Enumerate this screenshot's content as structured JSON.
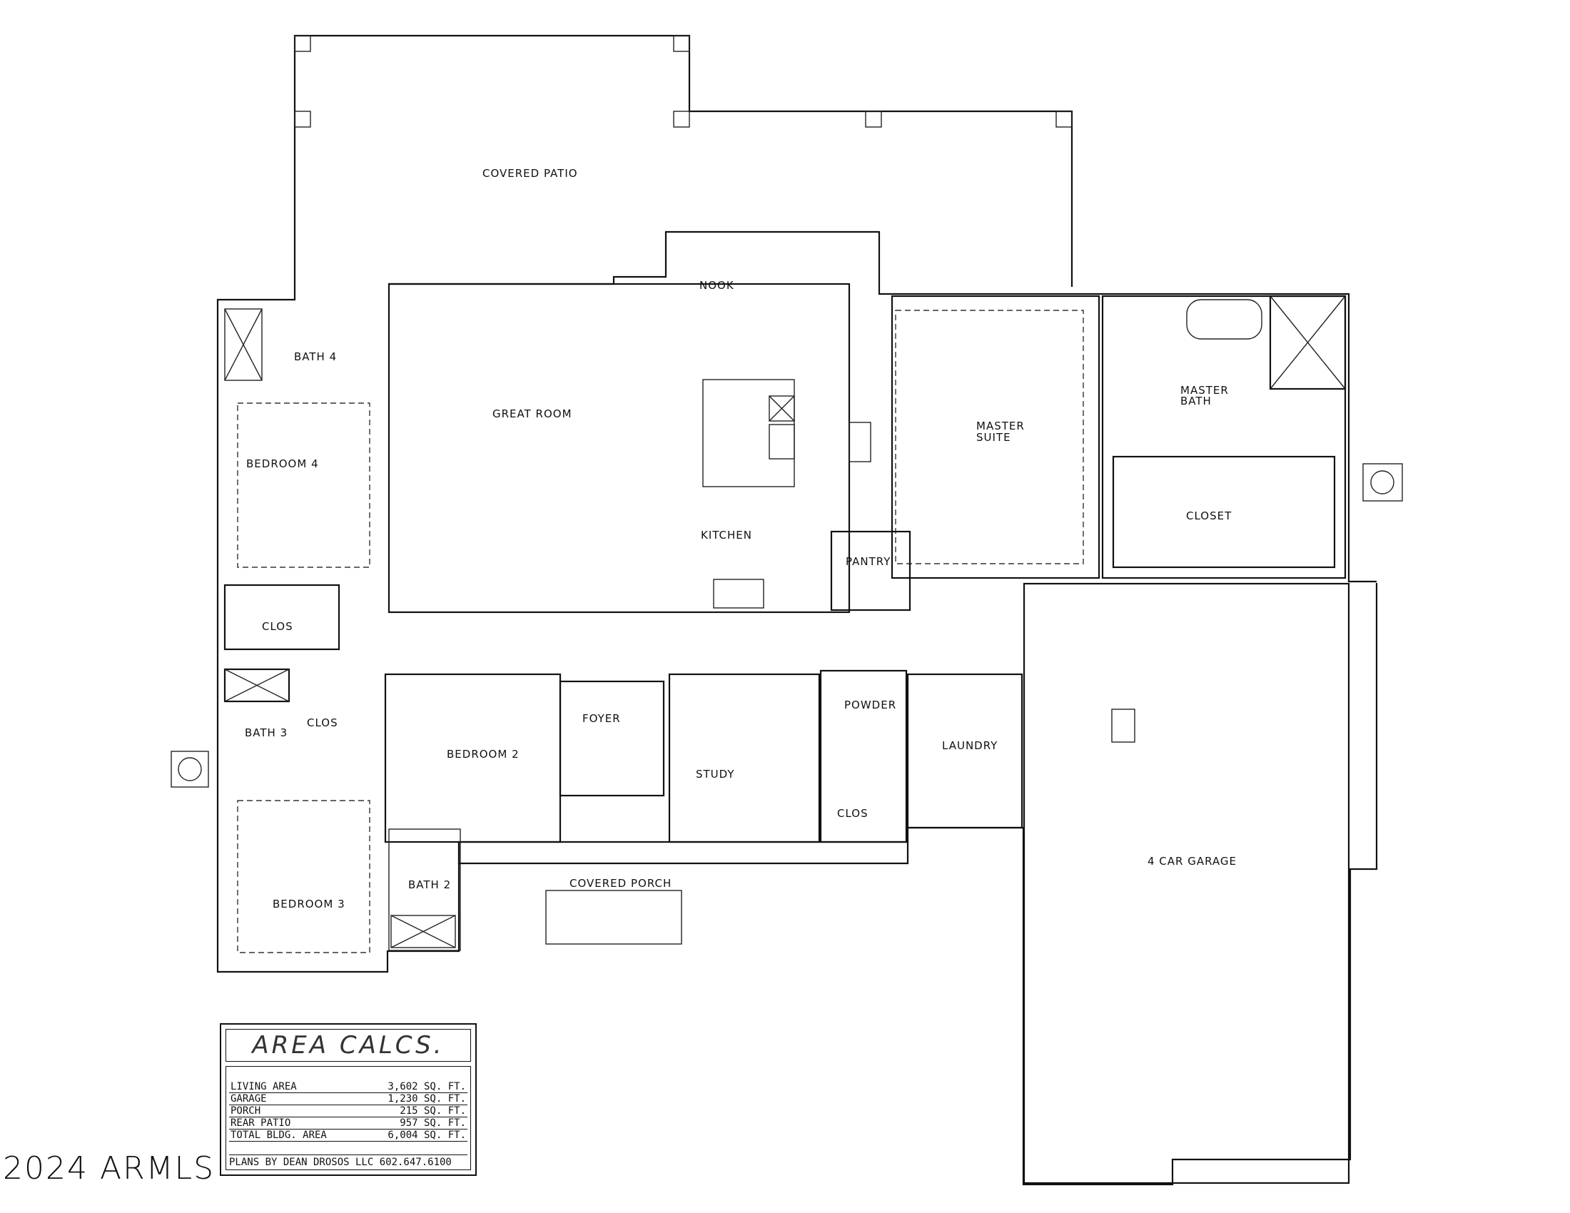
{
  "rooms": {
    "covered_patio": "COVERED PATIO",
    "nook": "NOOK",
    "great_room": "GREAT ROOM",
    "kitchen": "KITCHEN",
    "bath4": "BATH 4",
    "bedroom4": "BEDROOM 4",
    "clos_bed4": "CLOS",
    "bath3": "BATH 3",
    "clos_bath3": "CLOS",
    "bedroom3": "BEDROOM 3",
    "bedroom2": "BEDROOM 2",
    "bath2": "BATH 2",
    "foyer": "FOYER",
    "study": "STUDY",
    "pantry": "PANTRY",
    "powder": "POWDER",
    "laundry": "LAUNDRY",
    "clos_powder": "CLOS",
    "covered_porch": "COVERED PORCH",
    "master_suite_1": "MASTER",
    "master_suite_2": "SUITE",
    "master_bath_1": "MASTER",
    "master_bath_2": "BATH",
    "closet": "CLOSET",
    "garage": "4 CAR GARAGE"
  },
  "area_calcs": {
    "title": "AREA CALCS.",
    "rows": [
      {
        "name": "LIVING AREA",
        "value": "3,602 SQ. FT."
      },
      {
        "name": "GARAGE",
        "value": "1,230 SQ. FT."
      },
      {
        "name": "PORCH",
        "value": "215 SQ. FT."
      },
      {
        "name": "REAR PATIO",
        "value": "957 SQ. FT."
      },
      {
        "name": "TOTAL BLDG. AREA",
        "value": "6,004 SQ. FT."
      }
    ],
    "footer": "PLANS BY DEAN DROSOS LLC 602.647.6100"
  },
  "watermark": "2024 ARMLS"
}
